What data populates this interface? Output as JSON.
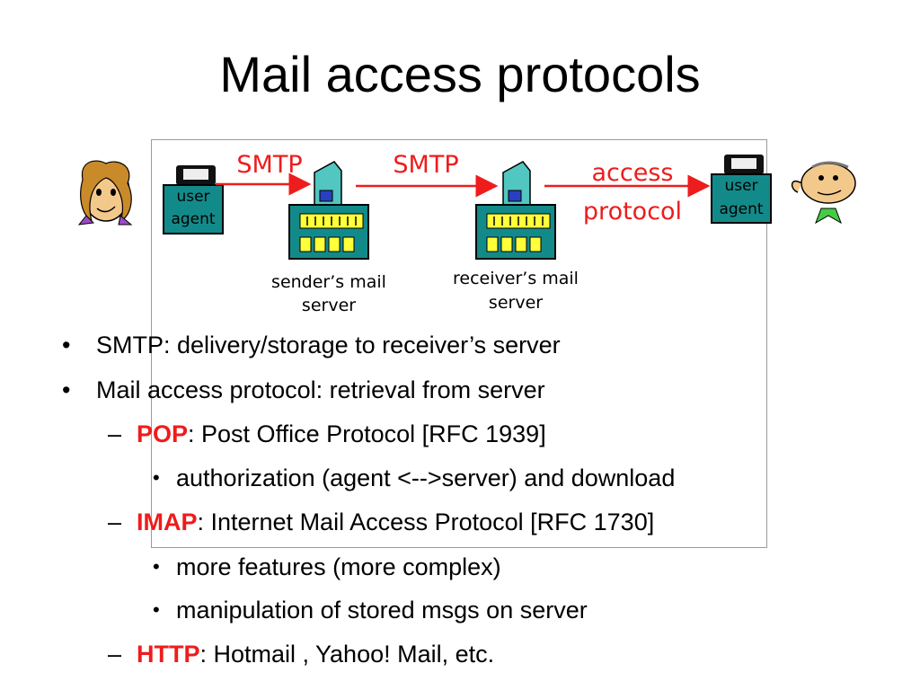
{
  "slide": {
    "title": "Mail access protocols"
  },
  "diagram": {
    "smtp_label_1": "SMTP",
    "smtp_label_2": "SMTP",
    "access_label_line1": "access",
    "access_label_line2": "protocol",
    "user_agent_left": {
      "line1": "user",
      "line2": "agent"
    },
    "user_agent_right": {
      "line1": "user",
      "line2": "agent"
    },
    "sender_server": {
      "line1": "sender’s mail",
      "line2": "server"
    },
    "receiver_server": {
      "line1": "receiver’s mail",
      "line2": "server"
    },
    "colors": {
      "arrow": "#ee1c1c",
      "label_red": "#ee1c1c",
      "agent_box": "#138a8a",
      "server_body": "#138a8a",
      "server_led": "#ffff3a",
      "tower": "#52c6c0"
    }
  },
  "bullets": [
    {
      "mark": "•",
      "text": "SMTP: delivery/storage to receiver’s server"
    },
    {
      "mark": "•",
      "text": "Mail access protocol: retrieval from server"
    }
  ],
  "sub_bullets": [
    {
      "mark": "–",
      "keyword": "POP",
      "text": ": Post Office Protocol [RFC 1939]",
      "items": [
        {
          "mark": "•",
          "text": "authorization (agent <-->server) and download"
        }
      ]
    },
    {
      "mark": "–",
      "keyword": "IMAP",
      "text": ": Internet Mail Access Protocol [RFC 1730]",
      "items": [
        {
          "mark": "•",
          "text": "more features (more complex)"
        },
        {
          "mark": "•",
          "text": "manipulation of stored msgs on server"
        }
      ]
    },
    {
      "mark": "–",
      "keyword": "HTTP",
      "text": ": Hotmail , Yahoo! Mail, etc.",
      "items": []
    }
  ]
}
